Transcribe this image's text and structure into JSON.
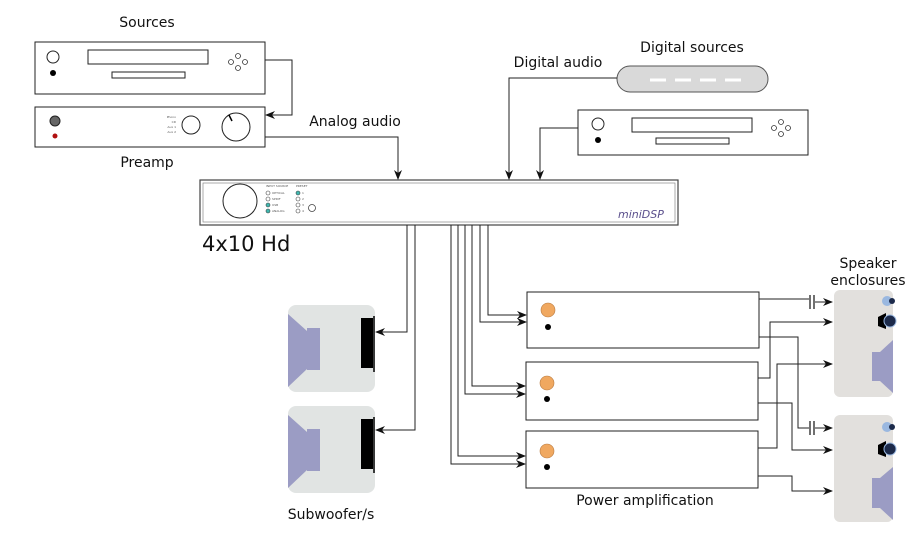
{
  "labels": {
    "sources": "Sources",
    "preamp": "Preamp",
    "analog_audio": "Analog audio",
    "digital_audio": "Digital audio",
    "digital_sources": "Digital sources",
    "processor": "4x10 Hd",
    "speaker_enclosures_line1": "Speaker",
    "speaker_enclosures_line2": "enclosures",
    "subwoofers": "Subwoofer/s",
    "power_amplification": "Power amplification"
  },
  "preamp_inputs": [
    "Phono",
    "CD",
    "Aux 1",
    "Aux 2"
  ],
  "processor_panel": {
    "input_heading": "INPUT SOURCE",
    "inputs": [
      "OPTICAL",
      "SPDIF",
      "USB",
      "ANALOG"
    ],
    "preset_heading": "PRESET",
    "presets": [
      "1",
      "2",
      "3",
      "4"
    ],
    "logo": "miniDSP"
  },
  "colors": {
    "led_active": "#3fb8b0",
    "amp_led": "#f0a860",
    "woofer": "#9b9cc4",
    "tweeter": "#9ab8e0",
    "enclosure": "#e2e0dd",
    "subwoofer_box": "#e1e4e3"
  }
}
